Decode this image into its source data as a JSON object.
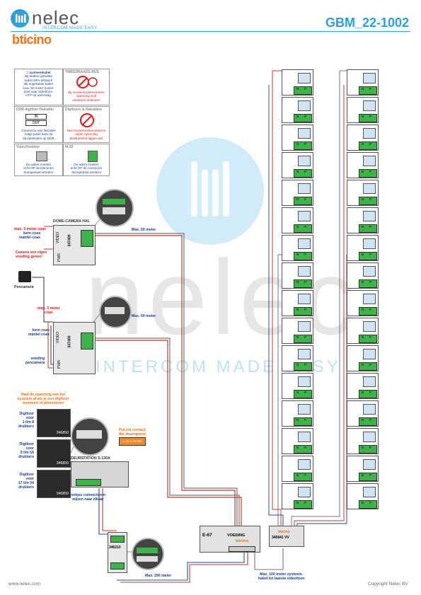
{
  "header": {
    "brand": "nelec",
    "tagline": "INTERCOM MADE EASY",
    "partner": "bticino",
    "doc_code": "GBM_22-1002"
  },
  "watermark": {
    "text": "nelec",
    "tagline": "INTERCOM MADE EASY"
  },
  "notes": {
    "systemkabel": [
      "= systeemkabel",
      "Bij andere getwiste",
      "kabel 66% afstand!",
      "Bij ongetwiste kabel",
      "max. 50 meter buiten-",
      "post naar videofoon.",
      "UTP op aanvraag."
    ],
    "tweedraads_title": "TWEEDRAADS BUS",
    "tweedraads": [
      "Bij monteren/demonteren",
      "spanning eraf",
      "voorkomt defecten!"
    ],
    "ddb_title": "DDB digitizer  flatcable",
    "ddb_in": "IN",
    "ddb_out": "OUT",
    "ddb": [
      "Connector van flatcable",
      "nokje juiste kant op",
      "bij aansluiten op DDB"
    ],
    "digitizers_title": "Digitizers & flatcables",
    "digitizers": [
      "Niet monteren/demonteren",
      "onder spanning",
      "Beidrukkers liggen wel"
    ],
    "videoverdeler_title": "VideoVerdeler",
    "videoverdeler": [
      "De aders moeten",
      "echt OP de klemmen",
      "doorgeduwt worden!"
    ],
    "m50_title": "M-50",
    "m50": [
      "De aders moeten",
      "echt OP de connector",
      "doorgeduwt worden!"
    ]
  },
  "camera_hal": {
    "title": "DOME-CAMERA HAL",
    "model": "347400",
    "left_labels": [
      "max. 3 meter coax",
      "kern coax",
      "mantel coax"
    ],
    "power_label": [
      "Camera een eigen",
      "voeding geven!"
    ],
    "cable_label": "Max. 50 meter",
    "pins": [
      "VIDEO",
      "PWR"
    ]
  },
  "pencamera": {
    "title": "Pencamera",
    "coax_label": [
      "max. 3 meter",
      "coax"
    ],
    "core_labels": [
      "kern coax",
      "mantel coax"
    ],
    "power_label": [
      "voeding",
      "pencamera"
    ],
    "model": "347400",
    "cable_label": "Max. 50 meter",
    "pins": [
      "VIDEO",
      "PWR"
    ]
  },
  "deurstation": {
    "warning": [
      "Haal de spanning van het",
      "systeem af als je een digitizer",
      "monteert of demonteert"
    ],
    "digitizer_labels": [
      [
        "Digitizer",
        "voor",
        "1 t/m 8",
        "drukkers"
      ],
      [
        "Digitizer",
        "voor",
        "9 t/m 16",
        "drukkers"
      ],
      [
        "Digitizer",
        "voor",
        "17 t/m 24",
        "drukkers"
      ]
    ],
    "digitizer_model": "346850",
    "title": "DEURSTATION S-130A",
    "relay": [
      "Pot.vrij contact",
      "tbv deuropener"
    ],
    "relay_terminals": "S- S+ C NC NO",
    "connector_note": [
      "nokjes connectoren",
      "wijzen naar elkaar"
    ]
  },
  "module_346210": {
    "model": "346210",
    "cable_label": "Max. 290 meter"
  },
  "power_supply": {
    "model": "E-67",
    "label": "VOEDING",
    "brand": "bticino"
  },
  "distributor": {
    "model": "346841 VV",
    "brand": "bticino",
    "cable_label": [
      "Max. 100 meter systeem-",
      "kabel tot laatste videofoon"
    ]
  },
  "videophones": {
    "terminal_labels": [
      "N",
      "P"
    ],
    "column_count": 2,
    "rows_per_column": 16
  },
  "footer": {
    "url": "www.nelec.com",
    "copyright": "Copyright Nelec BV"
  }
}
